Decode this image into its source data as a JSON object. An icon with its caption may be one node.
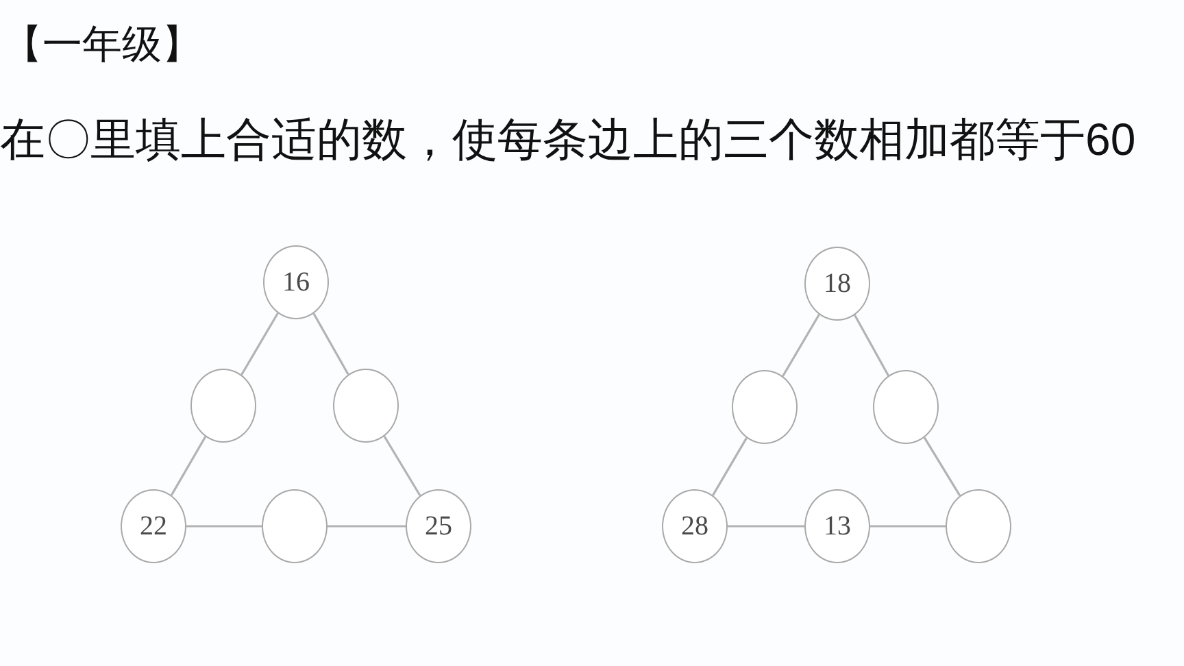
{
  "diagram": {
    "title": "【一年级】",
    "nodes": [
      {
        "text": [
          "16"
        ]
      },
      {
        "text": [],
        "shape": "circle"
      },
      {
        "text": [],
        "shape": "circle"
      },
      {
        "text": [
          "22"
        ]
      },
      {
        "text": [],
        "shape": "circle"
      },
      {
        "text": [
          "25"
        ]
      },
      {
        "text": [
          "18"
        ]
      },
      {
        "text": [],
        "shape": "circle"
      },
      {
        "text": [],
        "shape": "circle"
      },
      {
        "text": [
          "28"
        ]
      },
      {
        "text": [
          "13"
        ]
      },
      {
        "text": [],
        "shape": "circle"
      }
    ],
    "edges": [
      {
        "from": 0,
        "to": 1,
        "arrow": "none"
      },
      {
        "from": 1,
        "to": 3,
        "arrow": "none"
      },
      {
        "from": 0,
        "to": 2,
        "arrow": "none"
      },
      {
        "from": 2,
        "to": 5,
        "arrow": "none"
      },
      {
        "from": 3,
        "to": 4,
        "arrow": "none"
      },
      {
        "from": 4,
        "to": 5,
        "arrow": "none"
      },
      {
        "from": 6,
        "to": 7,
        "arrow": "none"
      },
      {
        "from": 7,
        "to": 9,
        "arrow": "none"
      },
      {
        "from": 6,
        "to": 8,
        "arrow": "none"
      },
      {
        "from": 8,
        "to": 11,
        "arrow": "none"
      },
      {
        "from": 9,
        "to": 10,
        "arrow": "none"
      },
      {
        "from": 10,
        "to": 11,
        "arrow": "none"
      }
    ],
    "labels": [
      "在〇里填上合适的数，使每条边上的三个数相加都等于60"
    ]
  }
}
